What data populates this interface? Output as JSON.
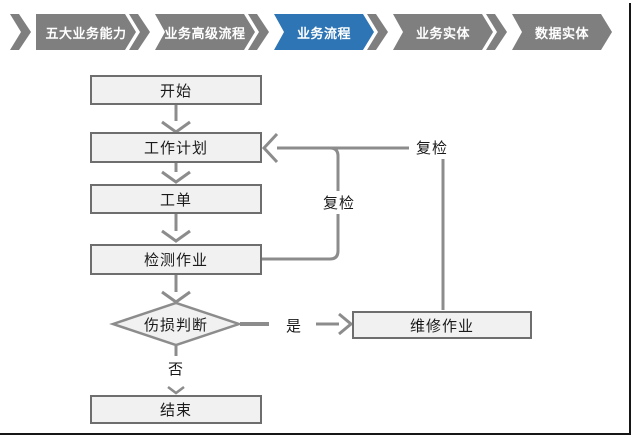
{
  "nav": {
    "items": [
      {
        "label": "五大业务能力",
        "active": false
      },
      {
        "label": "业务高级流程",
        "active": false
      },
      {
        "label": "业务流程",
        "active": true
      },
      {
        "label": "业务实体",
        "active": false
      },
      {
        "label": "数据实体",
        "active": false
      }
    ],
    "colors": {
      "inactive": "#7F7F7F",
      "active": "#2E75B6",
      "text": "#FFFFFF"
    }
  },
  "flowchart": {
    "nodes": {
      "start": {
        "label": "开始",
        "type": "process"
      },
      "plan": {
        "label": "工作计划",
        "type": "process"
      },
      "order": {
        "label": "工单",
        "type": "process"
      },
      "inspect": {
        "label": "检测作业",
        "type": "process"
      },
      "judge": {
        "label": "伤损判断",
        "type": "decision"
      },
      "repair": {
        "label": "维修作业",
        "type": "process"
      },
      "end": {
        "label": "结束",
        "type": "process"
      }
    },
    "edge_labels": {
      "recheck_inner": "复检",
      "recheck_outer": "复检",
      "yes": "是",
      "no": "否"
    },
    "colors": {
      "node_fill": "#F1F1F1",
      "node_border": "#6E6E6E",
      "connector": "#8C8C8C"
    }
  }
}
